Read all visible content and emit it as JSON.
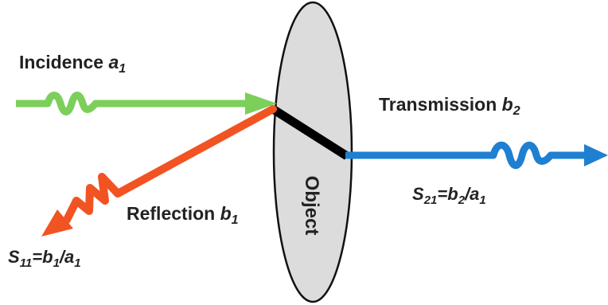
{
  "labels": {
    "incidence": {
      "text": "Incidence ",
      "var": "a",
      "sub": "1"
    },
    "transmission": {
      "text": "Transmission ",
      "var": "b",
      "sub": "2"
    },
    "reflection": {
      "text": "Reflection ",
      "var": "b",
      "sub": "1"
    },
    "object": "Object",
    "s21": {
      "s": "S",
      "s_sub": "21",
      "eq": "=",
      "num": "b",
      "num_sub": "2",
      "slash": "/",
      "den": "a",
      "den_sub": "1"
    },
    "s11": {
      "s": "S",
      "s_sub": "11",
      "eq": "=",
      "num": "b",
      "num_sub": "1",
      "slash": "/",
      "den": "a",
      "den_sub": "1"
    }
  },
  "colors": {
    "incidence": "#7ccf5a",
    "reflection": "#f25322",
    "transmission": "#1f7fd0",
    "object_fill": "#dcdcdc",
    "object_stroke": "#111111",
    "internal_path": "#000000"
  }
}
